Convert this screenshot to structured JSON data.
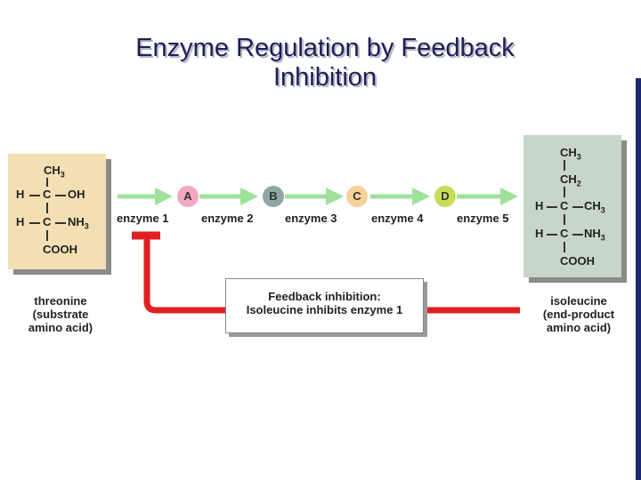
{
  "title": {
    "line1": "Enzyme Regulation by Feedback",
    "line2": "Inhibition"
  },
  "substrate": {
    "formula": {
      "ch3": "CH",
      "ch3_sub": "3",
      "h1": "H",
      "c1": "C",
      "oh": "OH",
      "h2": "H",
      "c2": "C",
      "nh3": "NH",
      "nh3_sub": "3",
      "cooh": "COOH"
    },
    "name": "threonine",
    "desc_line1": "(substrate",
    "desc_line2": "amino acid)"
  },
  "product": {
    "formula": {
      "ch3_top": "CH",
      "ch3_top_sub": "3",
      "ch2": "CH",
      "ch2_sub": "2",
      "h1": "H",
      "c1": "C",
      "ch3_side": "CH",
      "ch3_side_sub": "3",
      "h2": "H",
      "c2": "C",
      "nh3": "NH",
      "nh3_sub": "3",
      "cooh": "COOH"
    },
    "name": "isoleucine",
    "desc_line1": "(end-product",
    "desc_line2": "amino acid)"
  },
  "intermediates": [
    {
      "label": "A",
      "color": "#f2a7c3"
    },
    {
      "label": "B",
      "color": "#8fa6a6"
    },
    {
      "label": "C",
      "color": "#f7d19a"
    },
    {
      "label": "D",
      "color": "#c8dc5a"
    }
  ],
  "enzymes": [
    "enzyme 1",
    "enzyme 2",
    "enzyme 3",
    "enzyme 4",
    "enzyme 5"
  ],
  "feedback": {
    "line1": "Feedback inhibition:",
    "line2": "Isoleucine inhibits enzyme 1"
  },
  "colors": {
    "arrow": "#9ee29a",
    "inhibition": "#e02020",
    "substrate_box": "#f3dfb3",
    "product_box": "#c8d6c8",
    "title": "#1e1e5a"
  }
}
